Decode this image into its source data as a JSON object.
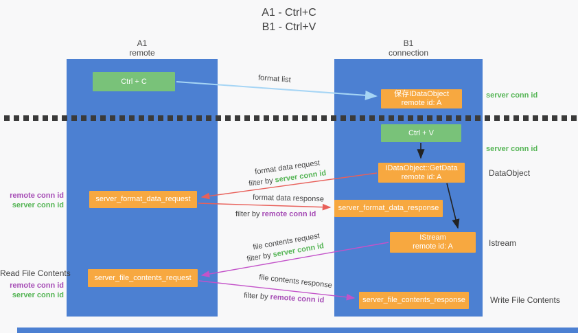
{
  "title": {
    "line1": "A1 - Ctrl+C",
    "line2": "B1 - Ctrl+V"
  },
  "lanes": {
    "left": {
      "title": "A1",
      "subtitle": "remote"
    },
    "right": {
      "title": "B1",
      "subtitle": "connection"
    }
  },
  "nodes": {
    "ctrl_c": {
      "label": "Ctrl + C"
    },
    "ctrl_v": {
      "label": "Ctrl + V"
    },
    "save_dataobject": {
      "line1": "保存IDataObject",
      "line2": "remote id: A"
    },
    "getdata": {
      "line1": "IDataObject::GetData",
      "line2": "remote id: A"
    },
    "istream": {
      "line1": "IStream",
      "line2": "remote id: A"
    },
    "server_format_data_request": {
      "label": "server_format_data_request"
    },
    "server_format_data_response": {
      "label": "server_format_data_response"
    },
    "server_file_contents_request": {
      "label": "server_file_contents_request"
    },
    "server_file_contents_response": {
      "label": "server_file_contents_response"
    }
  },
  "labels": {
    "format_list": "format list",
    "format_data_request": "format data request",
    "format_data_response": "format data response",
    "file_contents_request": "file contents request",
    "file_contents_response": "file contents response",
    "filter_by": "filter by",
    "server_conn_id": "server conn id",
    "remote_conn_id": "remote conn id",
    "dataobject": "DataObject",
    "istream": "Istream",
    "read_file_contents": "Read File Contents",
    "write_file_contents": "Write File Contents"
  },
  "colors": {
    "lane_blue": "#4c80d2",
    "box_green": "#79c279",
    "box_orange": "#f7a840",
    "arrow_light_blue": "#a6d5f5",
    "arrow_red": "#e8605a",
    "arrow_magenta": "#c353c9",
    "arrow_black": "#222222",
    "text_green": "#56b556",
    "text_purple": "#a54bb5",
    "dotted_line": "#3a3a3a"
  }
}
